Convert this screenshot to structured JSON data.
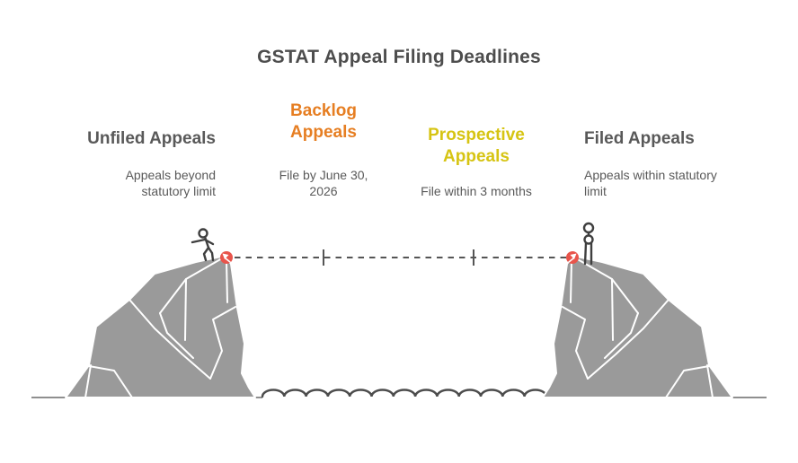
{
  "title": "GSTAT Appeal Filing Deadlines",
  "labels": {
    "unfiled": {
      "heading": "Unfiled Appeals",
      "subtext": "Appeals beyond statutory limit",
      "heading_color": "#595959"
    },
    "backlog": {
      "heading": "Backlog Appeals",
      "subtext": "File by June 30, 2026",
      "heading_color": "#E67E22"
    },
    "prospective": {
      "heading": "Prospective Appeals",
      "subtext": "File within 3 months",
      "heading_color": "#D6C413"
    },
    "filed": {
      "heading": "Filed Appeals",
      "subtext": "Appeals within statutory limit",
      "heading_color": "#595959"
    }
  },
  "scene": {
    "icons": [
      "cliff-left-icon",
      "cliff-right-icon",
      "hiker-walking-icon",
      "person-standing-icon",
      "edge-marker-left-icon",
      "edge-marker-right-icon",
      "gap-dashed-line",
      "tick-mark",
      "water-waves-icon",
      "ground-line"
    ],
    "colors": {
      "mountain_fill": "#9A9A9A",
      "mountain_outline": "#FFFFFF",
      "dashed_line": "#555555",
      "marker_red": "#E8544B",
      "figure": "#3F3F3F",
      "water": "#4D4D4D",
      "ground": "#8F8F8F",
      "title_text": "#4D4D4D",
      "subtext_gray": "#595959"
    }
  }
}
